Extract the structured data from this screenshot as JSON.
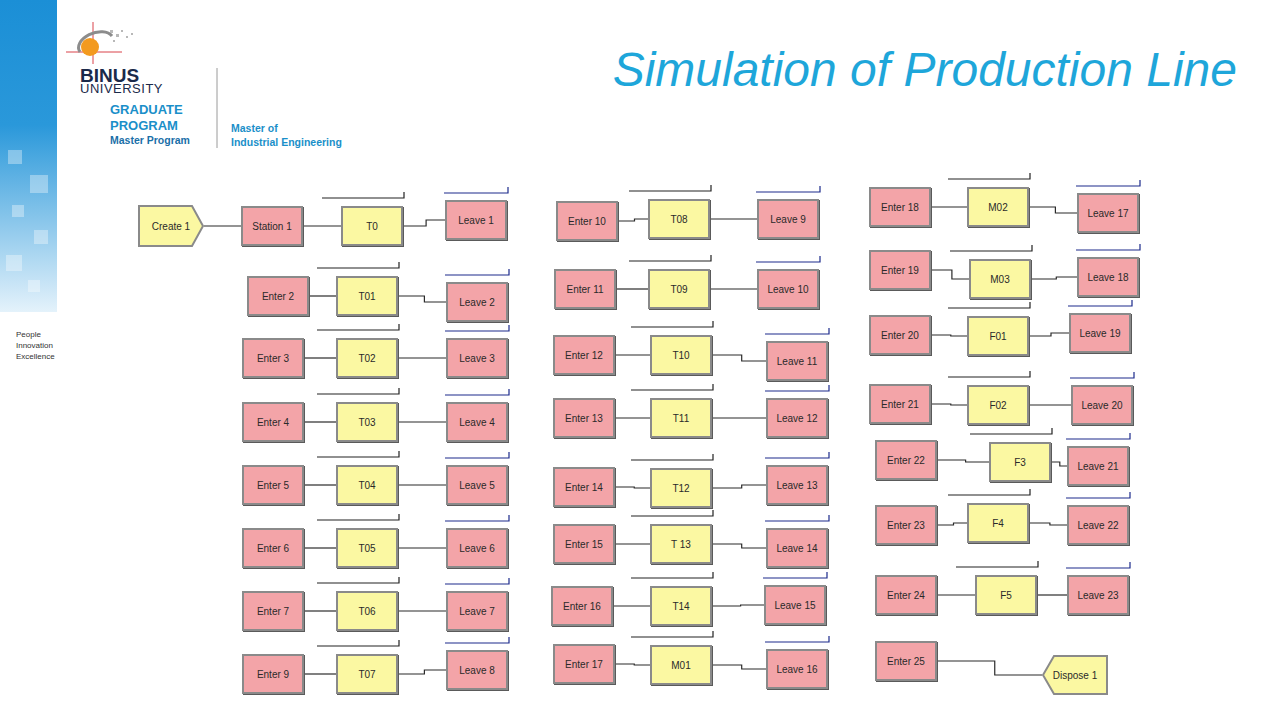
{
  "diagram": {
    "title": "Simulation of Production Line",
    "nodes": [
      {
        "text": [
          "Create 1"
        ]
      },
      {
        "text": [
          "Station 1"
        ]
      },
      {
        "text": [
          "T0"
        ]
      },
      {
        "text": [
          "Leave 1"
        ]
      },
      {
        "text": [
          "Enter 2"
        ]
      },
      {
        "text": [
          "T01"
        ]
      },
      {
        "text": [
          "Leave 2"
        ]
      },
      {
        "text": [
          "Enter 3"
        ]
      },
      {
        "text": [
          "T02"
        ]
      },
      {
        "text": [
          "Leave 3"
        ]
      },
      {
        "text": [
          "Enter 4"
        ]
      },
      {
        "text": [
          "T03"
        ]
      },
      {
        "text": [
          "Leave 4"
        ]
      },
      {
        "text": [
          "Enter 5"
        ]
      },
      {
        "text": [
          "T04"
        ]
      },
      {
        "text": [
          "Leave 5"
        ]
      },
      {
        "text": [
          "Enter 6"
        ]
      },
      {
        "text": [
          "T05"
        ]
      },
      {
        "text": [
          "Leave 6"
        ]
      },
      {
        "text": [
          "Enter 7"
        ]
      },
      {
        "text": [
          "T06"
        ]
      },
      {
        "text": [
          "Leave 7"
        ]
      },
      {
        "text": [
          "Enter 9"
        ]
      },
      {
        "text": [
          "T07"
        ]
      },
      {
        "text": [
          "Leave 8"
        ]
      },
      {
        "text": [
          "Enter 10"
        ]
      },
      {
        "text": [
          "T08"
        ]
      },
      {
        "text": [
          "Leave 9"
        ]
      },
      {
        "text": [
          "Enter 11"
        ]
      },
      {
        "text": [
          "T09"
        ]
      },
      {
        "text": [
          "Leave 10"
        ]
      },
      {
        "text": [
          "Enter 12"
        ]
      },
      {
        "text": [
          "T10"
        ]
      },
      {
        "text": [
          "Leave 11"
        ]
      },
      {
        "text": [
          "Enter 13"
        ]
      },
      {
        "text": [
          "T11"
        ]
      },
      {
        "text": [
          "Leave 12"
        ]
      },
      {
        "text": [
          "Enter 14"
        ]
      },
      {
        "text": [
          "T12"
        ]
      },
      {
        "text": [
          "Leave 13"
        ]
      },
      {
        "text": [
          "Enter 15"
        ]
      },
      {
        "text": [
          "T 13"
        ]
      },
      {
        "text": [
          "Leave 14"
        ]
      },
      {
        "text": [
          "Enter 16"
        ]
      },
      {
        "text": [
          "T14"
        ]
      },
      {
        "text": [
          "Leave 15"
        ]
      },
      {
        "text": [
          "Enter 17"
        ]
      },
      {
        "text": [
          "M01"
        ]
      },
      {
        "text": [
          "Leave 16"
        ]
      },
      {
        "text": [
          "Enter 18"
        ]
      },
      {
        "text": [
          "M02"
        ]
      },
      {
        "text": [
          "Leave 17"
        ]
      },
      {
        "text": [
          "Enter 19"
        ]
      },
      {
        "text": [
          "M03"
        ]
      },
      {
        "text": [
          "Leave 18"
        ]
      },
      {
        "text": [
          "Enter 20"
        ]
      },
      {
        "text": [
          "F01"
        ]
      },
      {
        "text": [
          "Leave 19"
        ]
      },
      {
        "text": [
          "Enter 21"
        ]
      },
      {
        "text": [
          "F02"
        ]
      },
      {
        "text": [
          "Leave 20"
        ]
      },
      {
        "text": [
          "Enter 22"
        ]
      },
      {
        "text": [
          "F3"
        ]
      },
      {
        "text": [
          "Leave 21"
        ]
      },
      {
        "text": [
          "Enter 23"
        ]
      },
      {
        "text": [
          "F4"
        ]
      },
      {
        "text": [
          "Leave 22"
        ]
      },
      {
        "text": [
          "Enter 24"
        ]
      },
      {
        "text": [
          "F5"
        ]
      },
      {
        "text": [
          "Leave 23"
        ]
      },
      {
        "text": [
          "Enter 25"
        ]
      },
      {
        "text": [
          "Dispose 1"
        ]
      }
    ],
    "edges": [
      {
        "from": 0,
        "to": 1,
        "arrow": "none"
      },
      {
        "from": 1,
        "to": 2,
        "arrow": "none"
      },
      {
        "from": 2,
        "to": 3,
        "arrow": "none"
      },
      {
        "from": 4,
        "to": 5,
        "arrow": "none"
      },
      {
        "from": 5,
        "to": 6,
        "arrow": "none"
      },
      {
        "from": 7,
        "to": 8,
        "arrow": "none"
      },
      {
        "from": 8,
        "to": 9,
        "arrow": "none"
      },
      {
        "from": 10,
        "to": 11,
        "arrow": "none"
      },
      {
        "from": 11,
        "to": 12,
        "arrow": "none"
      },
      {
        "from": 13,
        "to": 14,
        "arrow": "none"
      },
      {
        "from": 14,
        "to": 15,
        "arrow": "none"
      },
      {
        "from": 16,
        "to": 17,
        "arrow": "none"
      },
      {
        "from": 17,
        "to": 18,
        "arrow": "none"
      },
      {
        "from": 19,
        "to": 20,
        "arrow": "none"
      },
      {
        "from": 20,
        "to": 21,
        "arrow": "none"
      },
      {
        "from": 22,
        "to": 23,
        "arrow": "none"
      },
      {
        "from": 23,
        "to": 24,
        "arrow": "none"
      },
      {
        "from": 25,
        "to": 26,
        "arrow": "none"
      },
      {
        "from": 26,
        "to": 27,
        "arrow": "none"
      },
      {
        "from": 28,
        "to": 29,
        "arrow": "none"
      },
      {
        "from": 29,
        "to": 30,
        "arrow": "none"
      },
      {
        "from": 31,
        "to": 32,
        "arrow": "none"
      },
      {
        "from": 32,
        "to": 33,
        "arrow": "none"
      },
      {
        "from": 34,
        "to": 35,
        "arrow": "none"
      },
      {
        "from": 35,
        "to": 36,
        "arrow": "none"
      },
      {
        "from": 37,
        "to": 38,
        "arrow": "none"
      },
      {
        "from": 38,
        "to": 39,
        "arrow": "none"
      },
      {
        "from": 40,
        "to": 41,
        "arrow": "none"
      },
      {
        "from": 41,
        "to": 42,
        "arrow": "none"
      },
      {
        "from": 43,
        "to": 44,
        "arrow": "none"
      },
      {
        "from": 44,
        "to": 45,
        "arrow": "none"
      },
      {
        "from": 46,
        "to": 47,
        "arrow": "none"
      },
      {
        "from": 47,
        "to": 48,
        "arrow": "none"
      },
      {
        "from": 49,
        "to": 50,
        "arrow": "none"
      },
      {
        "from": 50,
        "to": 51,
        "arrow": "none"
      },
      {
        "from": 52,
        "to": 53,
        "arrow": "none"
      },
      {
        "from": 53,
        "to": 54,
        "arrow": "none"
      },
      {
        "from": 55,
        "to": 56,
        "arrow": "none"
      },
      {
        "from": 56,
        "to": 57,
        "arrow": "none"
      },
      {
        "from": 58,
        "to": 59,
        "arrow": "none"
      },
      {
        "from": 59,
        "to": 60,
        "arrow": "none"
      },
      {
        "from": 61,
        "to": 62,
        "arrow": "none"
      },
      {
        "from": 62,
        "to": 63,
        "arrow": "none"
      },
      {
        "from": 64,
        "to": 65,
        "arrow": "none"
      },
      {
        "from": 65,
        "to": 66,
        "arrow": "none"
      },
      {
        "from": 67,
        "to": 68,
        "arrow": "none"
      },
      {
        "from": 68,
        "to": 69,
        "arrow": "none"
      },
      {
        "from": 70,
        "to": 71,
        "arrow": "none"
      }
    ],
    "labels": [
      "BINUS",
      "UNIVERSITY",
      "GRADUATE",
      "PROGRAM",
      "Master Program",
      "Master of",
      "Industrial Engineering",
      "People",
      "Innovation",
      "Excellence"
    ]
  }
}
